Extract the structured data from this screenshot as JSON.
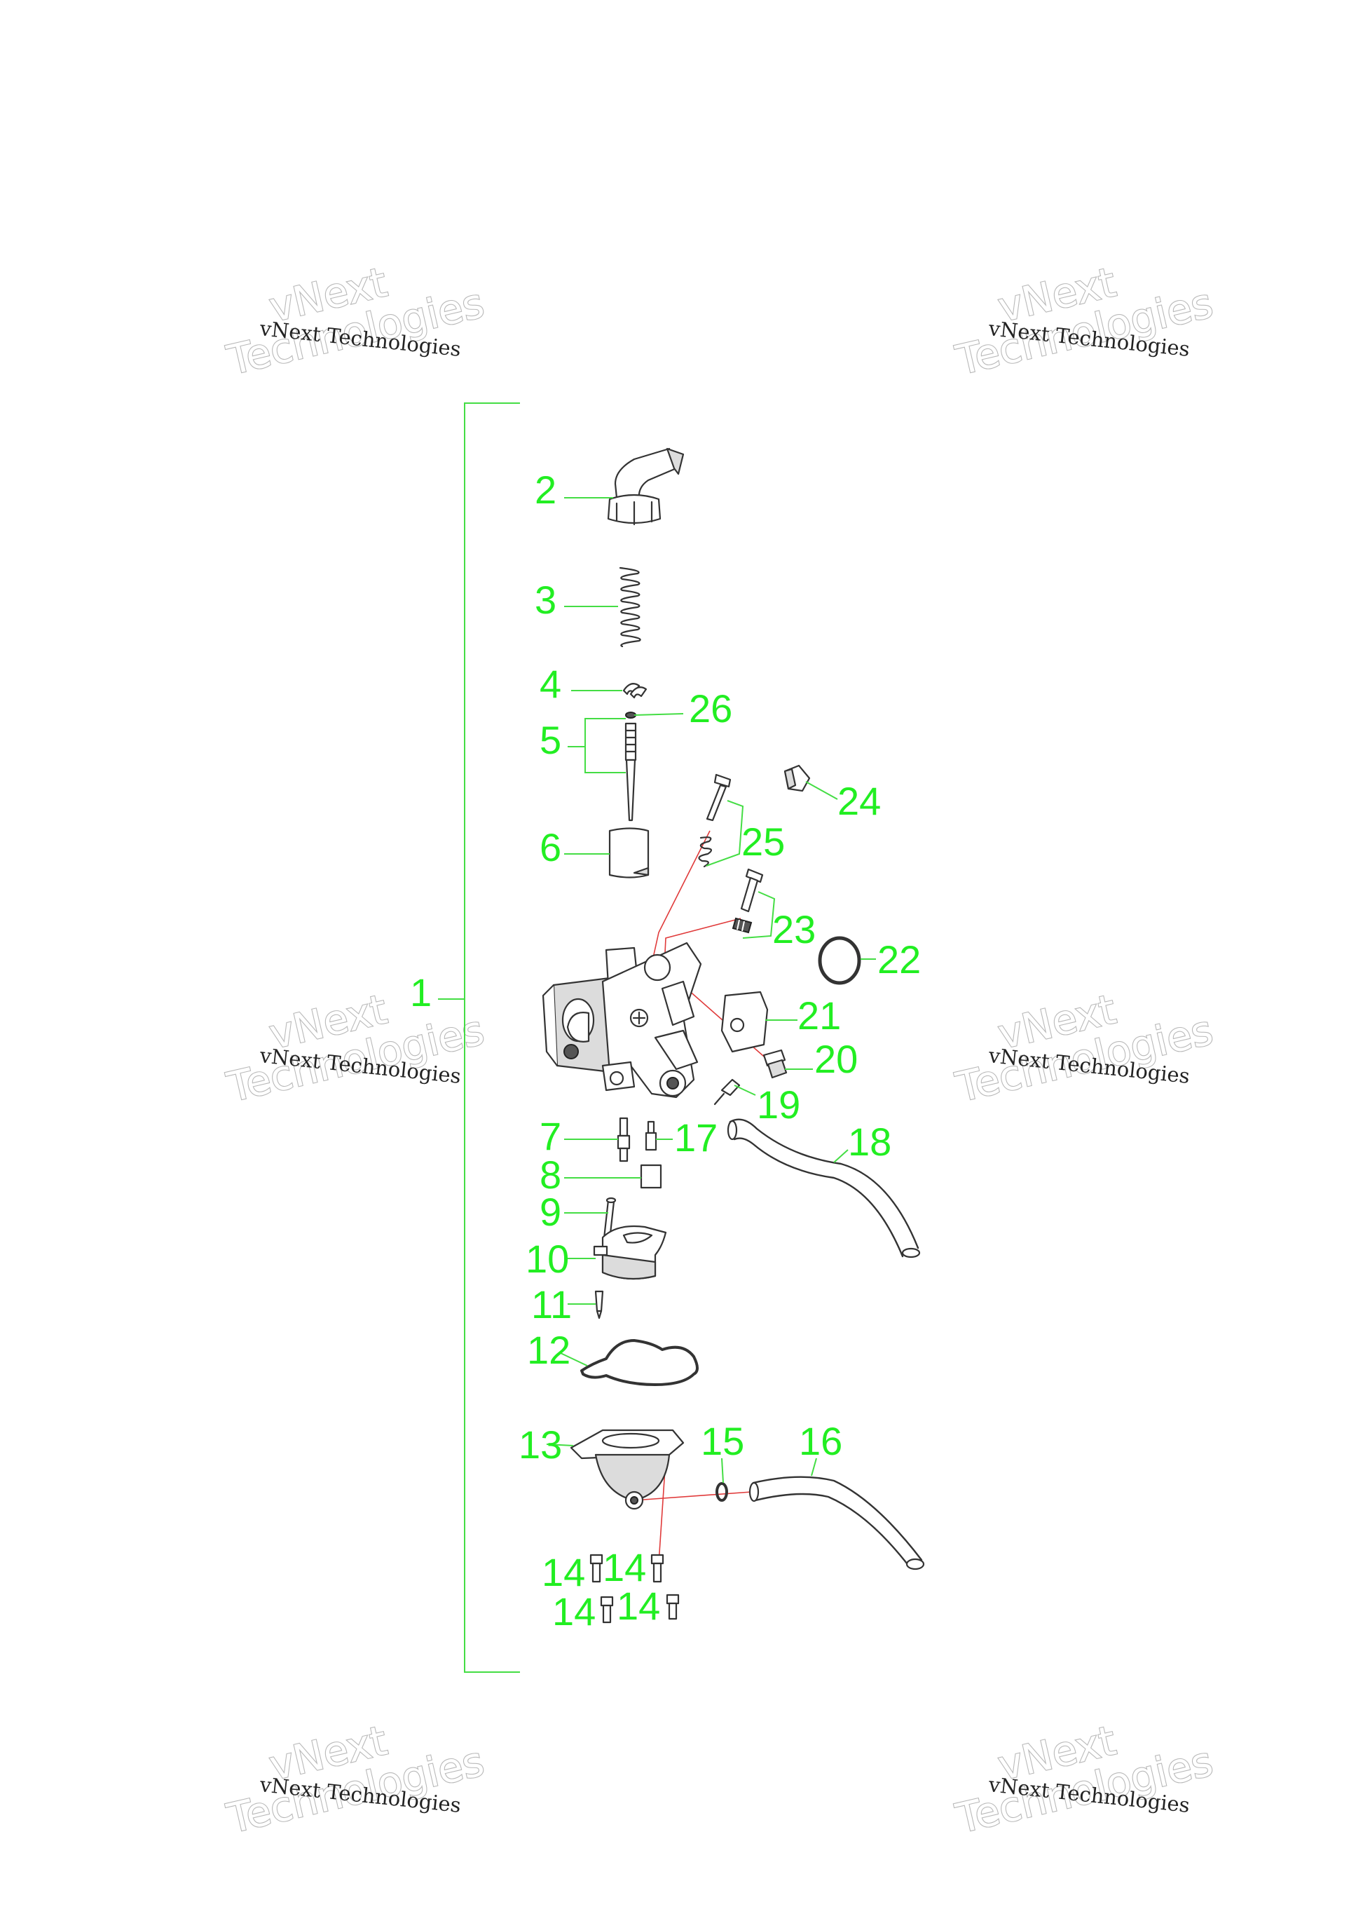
{
  "watermark": {
    "line_a": "vNext",
    "line_b": "Technologies",
    "full": "vNext Technologies",
    "color": "#b8b8b8"
  },
  "callouts": {
    "c1": "1",
    "c2": "2",
    "c3": "3",
    "c4": "4",
    "c5": "5",
    "c6": "6",
    "c7": "7",
    "c8": "8",
    "c9": "9",
    "c10": "10",
    "c11": "11",
    "c12": "12",
    "c13": "13",
    "c14a": "14",
    "c14b": "14",
    "c14c": "14",
    "c14d": "14",
    "c15": "15",
    "c16": "16",
    "c17": "17",
    "c18": "18",
    "c19": "19",
    "c20": "20",
    "c21": "21",
    "c22": "22",
    "c23": "23",
    "c24": "24",
    "c25": "25",
    "c26": "26"
  },
  "colors": {
    "callout": "#22ee22",
    "leader": "#44dd44",
    "assembly_line": "#e03a3a",
    "part_outline": "#333333"
  }
}
